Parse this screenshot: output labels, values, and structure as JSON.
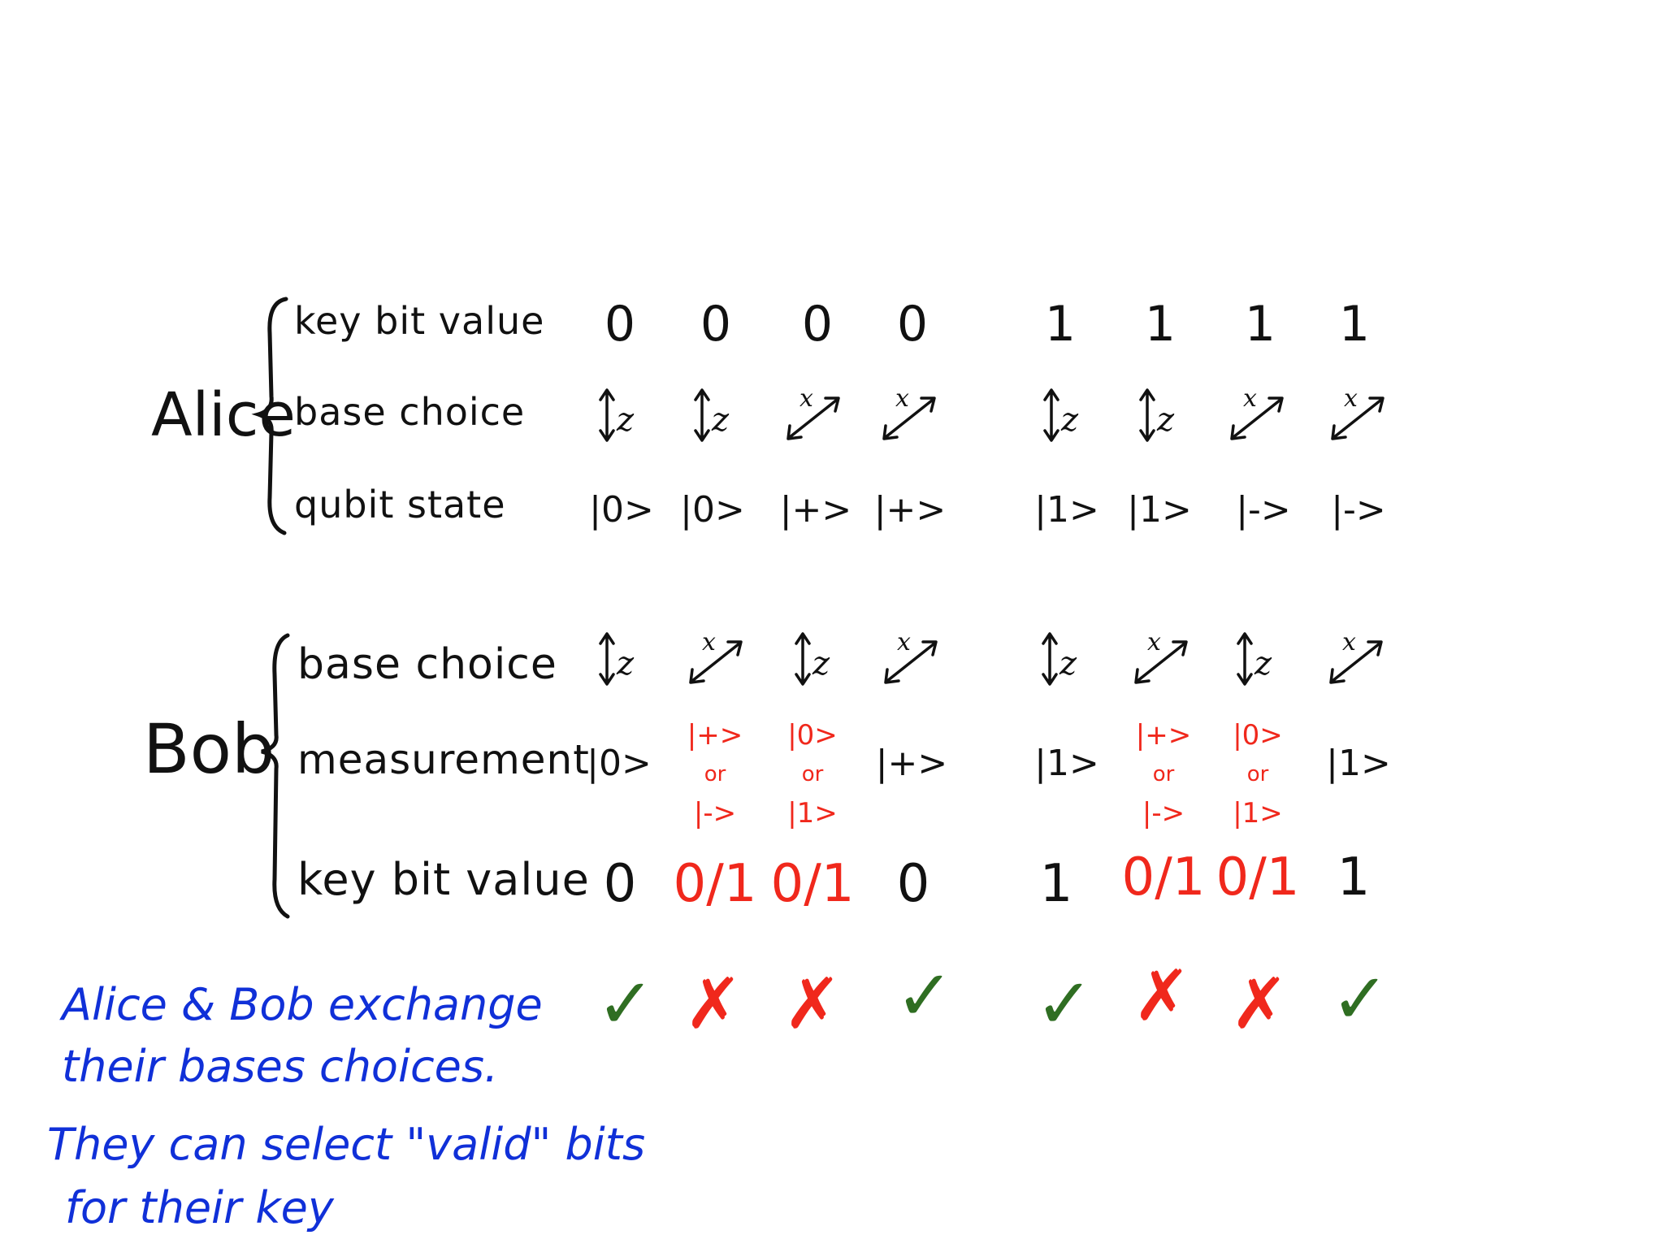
{
  "alice": {
    "name": "Alice",
    "labels": [
      "key bit value",
      "base choice",
      "qubit state"
    ],
    "key_bits": [
      "0",
      "0",
      "0",
      "0",
      "1",
      "1",
      "1",
      "1"
    ],
    "bases": [
      "z",
      "z",
      "x",
      "x",
      "z",
      "z",
      "x",
      "x"
    ],
    "states": [
      "|0>",
      "|0>",
      "|+>",
      "|+>",
      "|1>",
      "|1>",
      "|->",
      "|->"
    ]
  },
  "bob": {
    "name": "Bob",
    "labels": [
      "base choice",
      "measurement",
      "key bit value"
    ],
    "bases": [
      "z",
      "x",
      "z",
      "x",
      "z",
      "x",
      "z",
      "x"
    ],
    "measurements": [
      {
        "text": "|0>"
      },
      {
        "a": "|+>",
        "or": "or",
        "b": "|->"
      },
      {
        "a": "|0>",
        "or": "or",
        "b": "|1>"
      },
      {
        "text": "|+>"
      },
      {
        "text": "|1>"
      },
      {
        "a": "|+>",
        "or": "or",
        "b": "|->"
      },
      {
        "a": "|0>",
        "or": "or",
        "b": "|1>"
      },
      {
        "text": "|1>"
      }
    ],
    "key_bits": [
      "0",
      "0/1",
      "0/1",
      "0",
      "1",
      "0/1",
      "0/1",
      "1"
    ],
    "key_bits_red": [
      false,
      true,
      true,
      false,
      false,
      true,
      true,
      false
    ]
  },
  "validity": [
    "✓",
    "✗",
    "✗",
    "✓",
    "✓",
    "✗",
    "✗",
    "✓"
  ],
  "validity_ok": [
    true,
    false,
    false,
    true,
    true,
    false,
    false,
    true
  ],
  "notes": {
    "line1": "Alice & Bob exchange",
    "line2": "their bases choices.",
    "line3": "They can select \"valid\" bits",
    "line4": "for their key"
  },
  "colors": {
    "ink": "#111111",
    "red": "#f0281c",
    "green": "#2f6e22",
    "blue": "#1030d8"
  }
}
